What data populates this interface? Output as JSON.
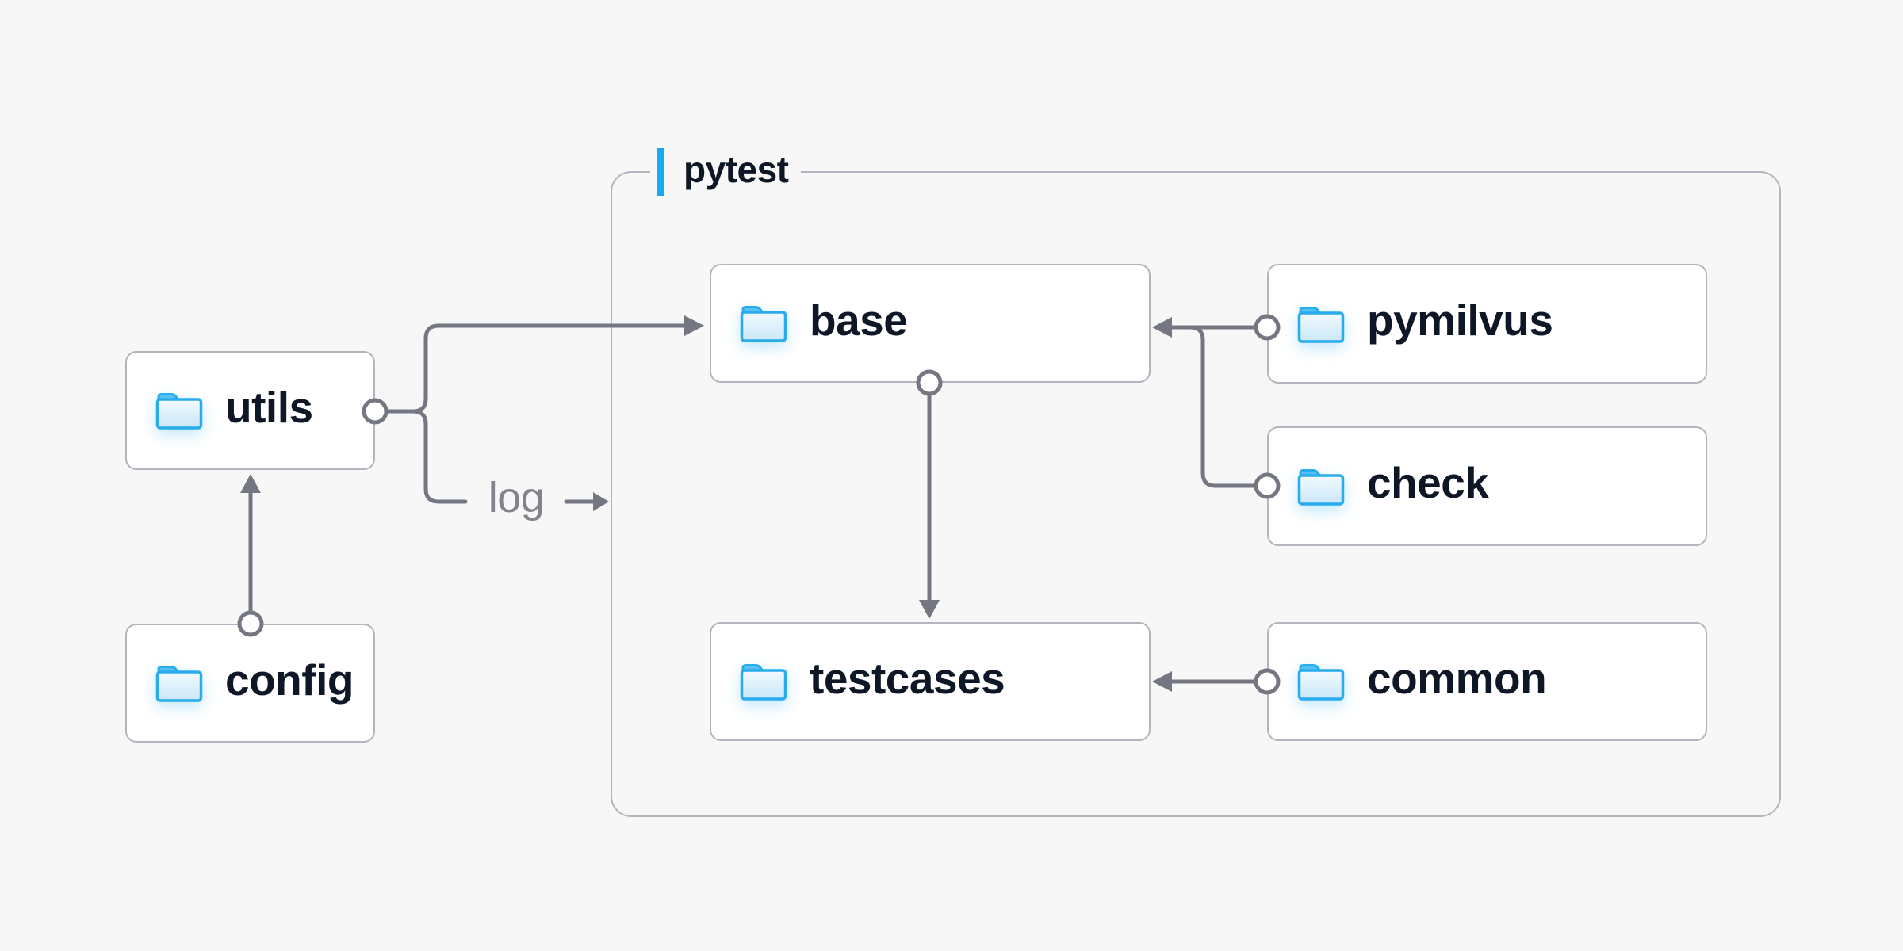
{
  "canvas": {
    "background": "#f7f7f8"
  },
  "container": {
    "label": "pytest",
    "accent_color": "#15aaf2"
  },
  "nodes": [
    {
      "id": "utils",
      "label": "utils"
    },
    {
      "id": "config",
      "label": "config"
    },
    {
      "id": "base",
      "label": "base"
    },
    {
      "id": "pymilvus",
      "label": "pymilvus"
    },
    {
      "id": "check",
      "label": "check"
    },
    {
      "id": "testcases",
      "label": "testcases"
    },
    {
      "id": "common",
      "label": "common"
    }
  ],
  "edge_label": {
    "text": "log"
  },
  "edges": [
    {
      "from": "config",
      "to": "utils"
    },
    {
      "from": "utils",
      "to": "base"
    },
    {
      "from": "utils",
      "to": "log"
    },
    {
      "from": "pymilvus",
      "to": "base"
    },
    {
      "from": "check",
      "to": "base"
    },
    {
      "from": "base",
      "to": "testcases"
    },
    {
      "from": "common",
      "to": "testcases"
    }
  ],
  "colors": {
    "background": "#f7f7f8",
    "node_bg": "#ffffff",
    "box_border": "#b2b4be",
    "wire": "#747781",
    "node_text": "#0e1726",
    "accent_blue": "#15aaf2",
    "folder_blue": "#29acec",
    "log_text": "#82848c"
  }
}
